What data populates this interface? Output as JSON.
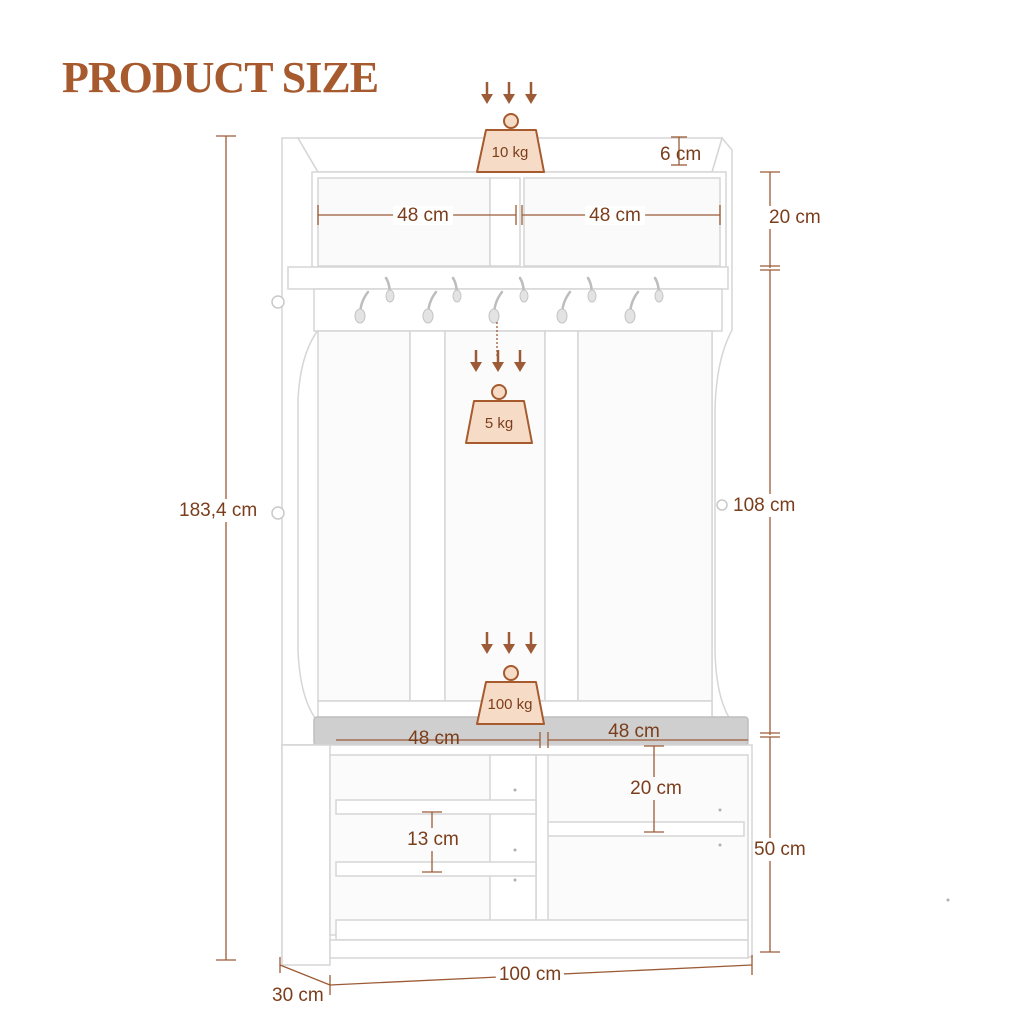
{
  "title": "PRODUCT SIZE",
  "colors": {
    "accent": "#a65a2e",
    "accent_fill": "#f6dcc6",
    "dimension_line": "#9c5b36",
    "dimension_text": "#7b3e1c",
    "furniture_edge": "#d6d6d6",
    "cushion": "#cfcfcf"
  },
  "load_ratings": [
    {
      "label": "10 kg",
      "location": "top shelf"
    },
    {
      "label": "5 kg",
      "location": "coat hooks"
    },
    {
      "label": "100 kg",
      "location": "bench seat"
    }
  ],
  "dimensions": {
    "top_shelf_left_width": "48 cm",
    "top_shelf_right_width": "48 cm",
    "top_rail_height": "6 cm",
    "top_compartment_height": "20 cm",
    "total_height": "183,4 cm",
    "middle_section_height": "108 cm",
    "bench_left_width": "48 cm",
    "bench_right_width": "48 cm",
    "right_compartment_height": "20 cm",
    "left_compartment_height": "13 cm",
    "bench_height": "50 cm",
    "total_width": "100 cm",
    "depth": "30 cm"
  }
}
